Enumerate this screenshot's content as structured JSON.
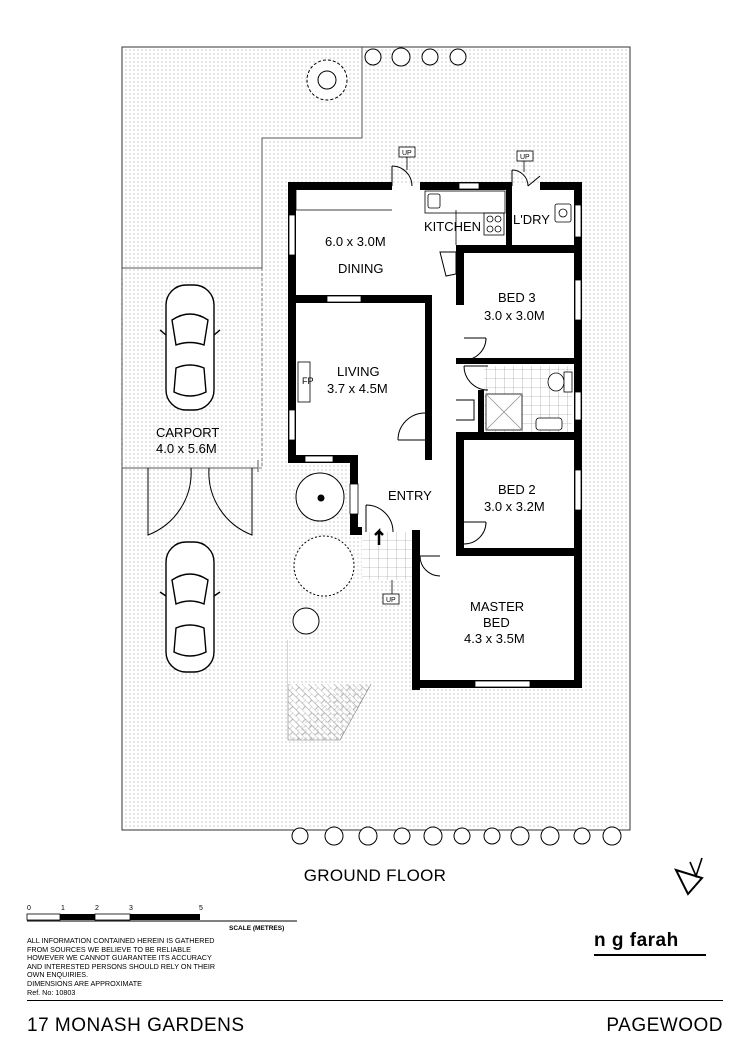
{
  "rooms": {
    "kitchen": "KITCHEN",
    "laundry": "L'DRY",
    "dining_size": "6.0 x 3.0M",
    "dining": "DINING",
    "bed3": "BED 3",
    "bed3_size": "3.0 x 3.0M",
    "living": "LIVING",
    "living_size": "3.7 x 4.5M",
    "fireplace": "FP",
    "carport": "CARPORT",
    "carport_size": "4.0 x 5.6M",
    "entry": "ENTRY",
    "bed2": "BED 2",
    "bed2_size": "3.0 x 3.2M",
    "master_bed_line1": "MASTER",
    "master_bed_line2": "BED",
    "master_bed_size": "4.3 x 3.5M"
  },
  "steps": {
    "up_label": "UP"
  },
  "floor_title": "GROUND FLOOR",
  "scale": {
    "caption": "SCALE (METRES)",
    "ticks": [
      "0",
      "1",
      "2",
      "3",
      "5"
    ]
  },
  "disclaimer": {
    "lines": [
      "ALL INFORMATION CONTAINED HEREIN IS GATHERED",
      "FROM SOURCES WE BELIEVE TO BE RELIABLE",
      "HOWEVER WE CANNOT GUARANTEE ITS ACCURACY",
      "AND INTERESTED PERSONS SHOULD RELY ON THEIR",
      "OWN ENQUIRIES.",
      "DIMENSIONS ARE APPROXIMATE",
      "Ref. No: 10803"
    ]
  },
  "brand": "n g farah",
  "address": "17 MONASH GARDENS",
  "suburb": "PAGEWOOD",
  "north_icon": "north-arrow-icon",
  "colors": {
    "walls": "#000000",
    "hatch": "#9a9a9a",
    "background": "#ffffff"
  }
}
